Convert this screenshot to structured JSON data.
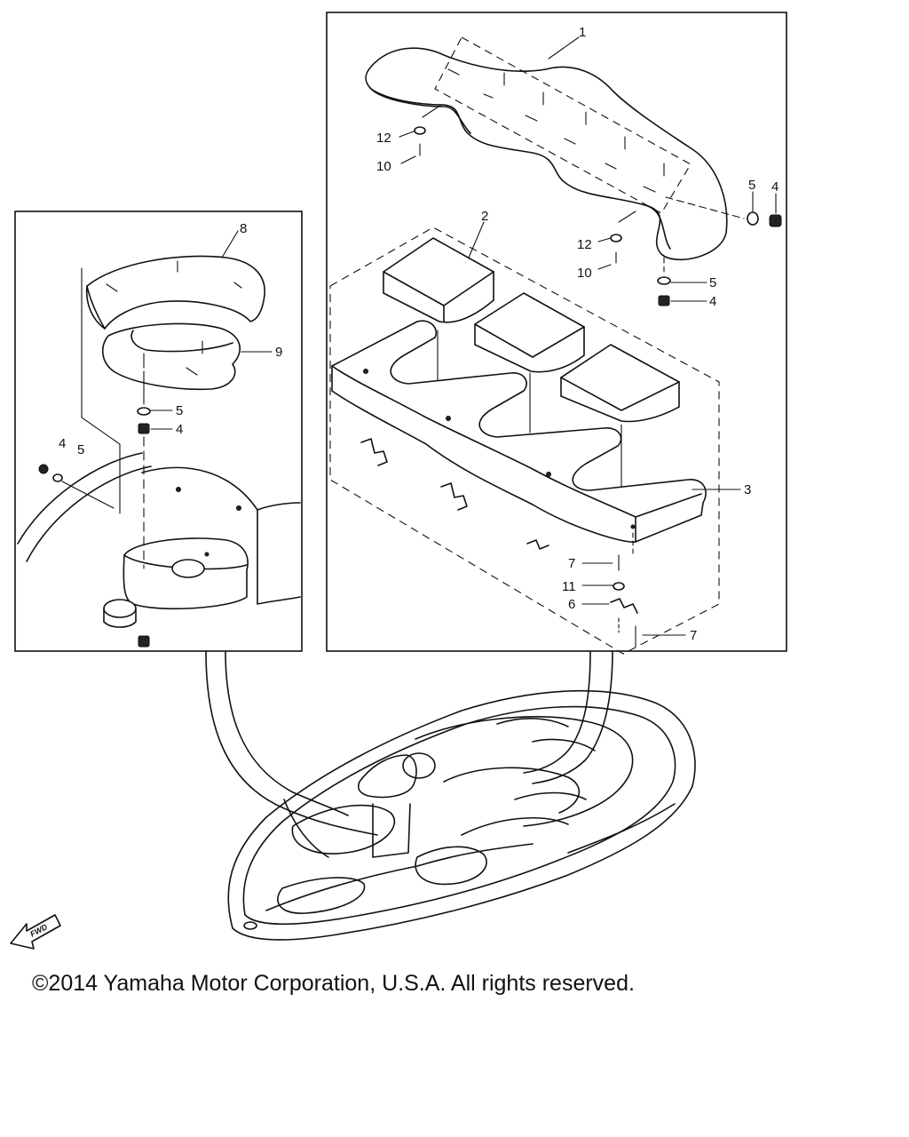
{
  "diagram": {
    "callouts": {
      "c1": "1",
      "c2": "2",
      "c3": "3",
      "c4a": "4",
      "c4b": "4",
      "c4c": "4",
      "c4d": "4",
      "c5a": "5",
      "c5b": "5",
      "c5c": "5",
      "c5d": "5",
      "c6": "6",
      "c7a": "7",
      "c7b": "7",
      "c8": "8",
      "c9": "9",
      "c10a": "10",
      "c10b": "10",
      "c11": "11",
      "c12a": "12",
      "c12b": "12"
    },
    "fwd_label": "FWD"
  },
  "footer": {
    "copyright": "©2014 Yamaha Motor Corporation, U.S.A. All rights reserved."
  }
}
